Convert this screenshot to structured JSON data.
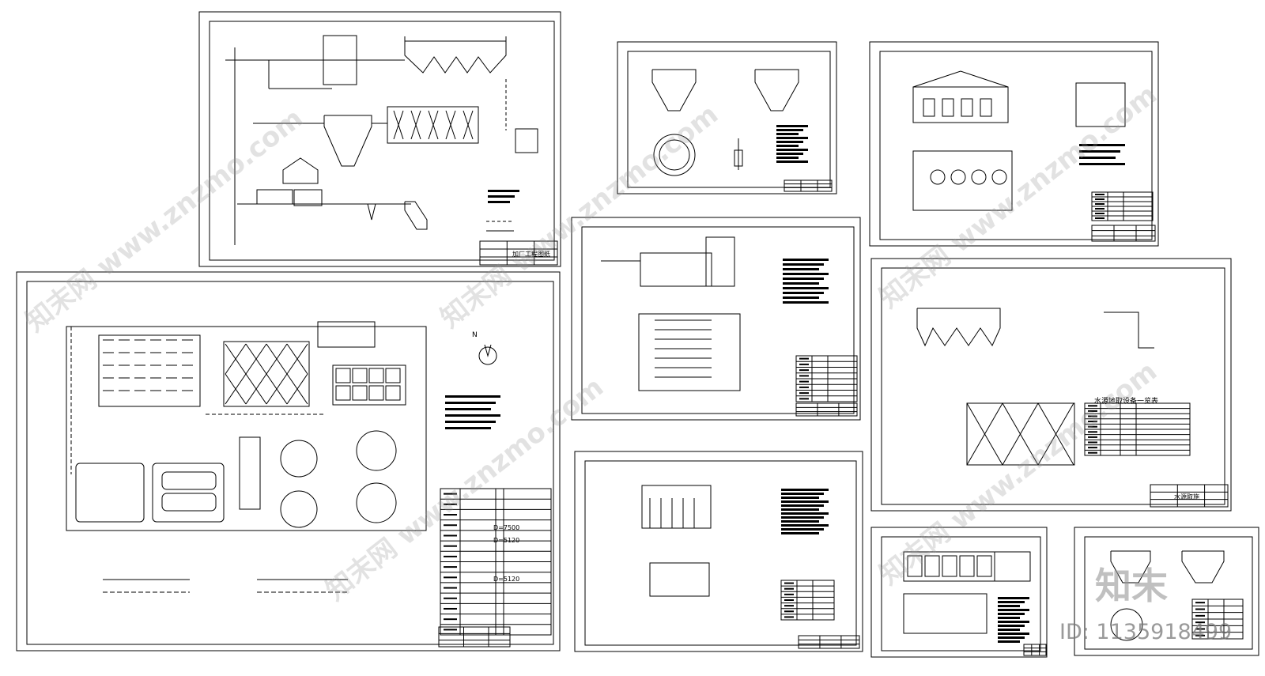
{
  "watermark": {
    "text": "知末网 www.znzmo.com",
    "logo_text": "知末",
    "id_text": "ID: 1135918499"
  },
  "sheets": [
    {
      "name": "process-flow-diagram",
      "title_block": "加厂工程图纸"
    },
    {
      "name": "site-plan",
      "north": "N",
      "legend_row_values": [
        "D=7500",
        "D=5120",
        "D=5120"
      ]
    },
    {
      "name": "clarifier-detail"
    },
    {
      "name": "dosing-room"
    },
    {
      "name": "filter-tank"
    },
    {
      "name": "sedimentation-tank",
      "table_title": "水源地取设备一览表",
      "title_block": "水源取施"
    },
    {
      "name": "pump-room"
    },
    {
      "name": "filter-detail"
    },
    {
      "name": "thickener-detail"
    }
  ],
  "colors": {
    "line": "#000000",
    "watermark": "#9a9a9a"
  }
}
